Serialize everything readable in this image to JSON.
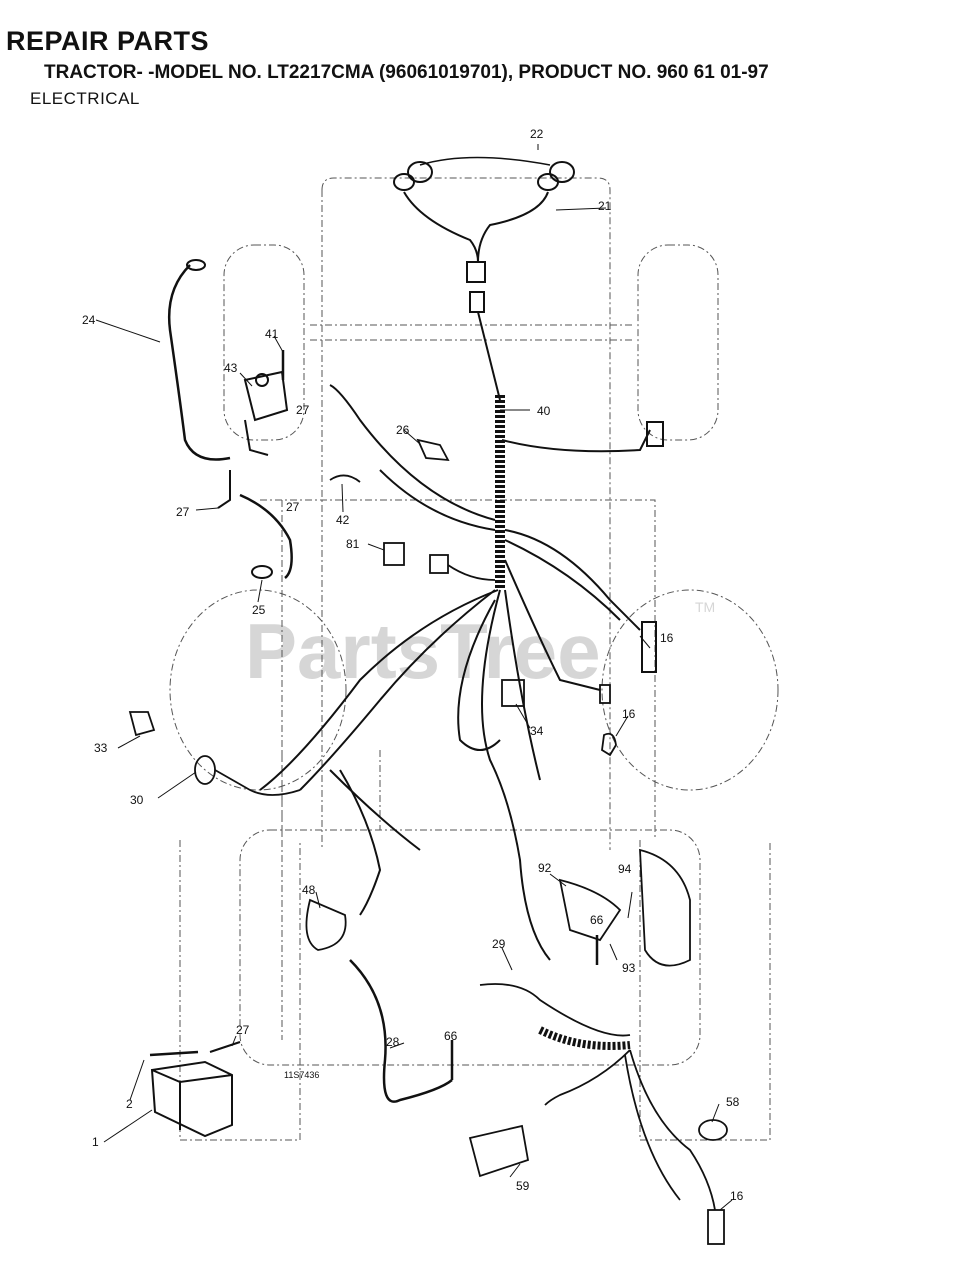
{
  "header": {
    "title": "REPAIR PARTS",
    "subtitle": "TRACTOR- -MODEL NO. LT2217CMA (96061019701), PRODUCT NO. 960 61 01-97",
    "section": "ELECTRICAL"
  },
  "watermark": {
    "text": "PartsTree",
    "tm": "TM"
  },
  "drawing_ref": "11S7436",
  "callouts": {
    "c1": "1",
    "c2": "2",
    "c16a": "16",
    "c16b": "16",
    "c16c": "16",
    "c21": "21",
    "c22": "22",
    "c24": "24",
    "c25": "25",
    "c26": "26",
    "c27a": "27",
    "c27b": "27",
    "c27c": "27",
    "c27d": "27",
    "c28": "28",
    "c29": "29",
    "c30": "30",
    "c33": "33",
    "c34": "34",
    "c40": "40",
    "c41": "41",
    "c42": "42",
    "c43": "43",
    "c48": "48",
    "c58": "58",
    "c59": "59",
    "c66a": "66",
    "c66b": "66",
    "c81": "81",
    "c92": "92",
    "c93": "93",
    "c94": "94"
  }
}
